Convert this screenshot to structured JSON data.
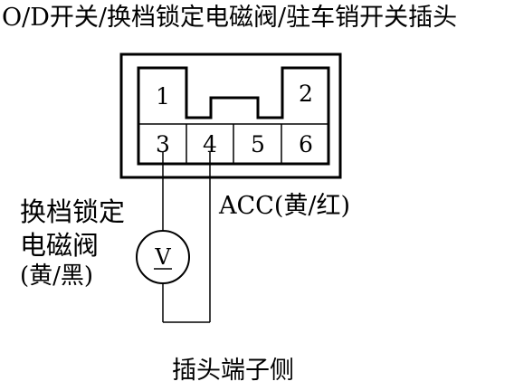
{
  "title": "O/D开关/换档锁定电磁阀/驻车销开关插头",
  "connector": {
    "pins": [
      "1",
      "2",
      "3",
      "4",
      "5",
      "6"
    ]
  },
  "labels": {
    "acc": "ACC(黄/红)",
    "solenoid_line1": "换档锁定",
    "solenoid_line2": "电磁阀",
    "solenoid_line3": "(黄/黑)",
    "voltmeter": "V"
  },
  "footer": "插头端子侧"
}
